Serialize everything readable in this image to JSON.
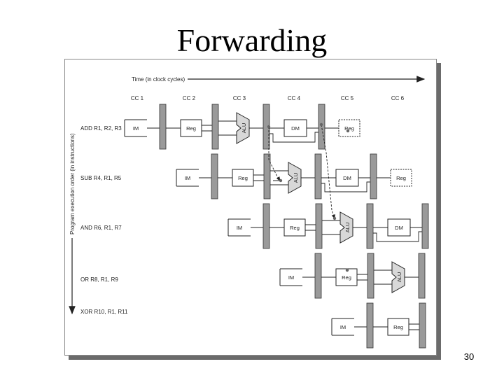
{
  "slide": {
    "title": "Forwarding",
    "page_number": "30"
  },
  "diagram": {
    "time_label": "Time (in clock cycles)",
    "order_label": "Program execution order (in instructions)",
    "clock_cycles": [
      "CC 1",
      "CC 2",
      "CC 3",
      "CC 4",
      "CC 5",
      "CC 6"
    ],
    "instructions": [
      "ADD R1, R2, R3",
      "SUB R4, R1, R5",
      "AND R6, R1, R7",
      "OR R8, R1, R9",
      "XOR R10, R1, R11"
    ],
    "stage_labels": {
      "im": "IM",
      "reg": "Reg",
      "alu": "ALU",
      "dm": "DM"
    }
  }
}
